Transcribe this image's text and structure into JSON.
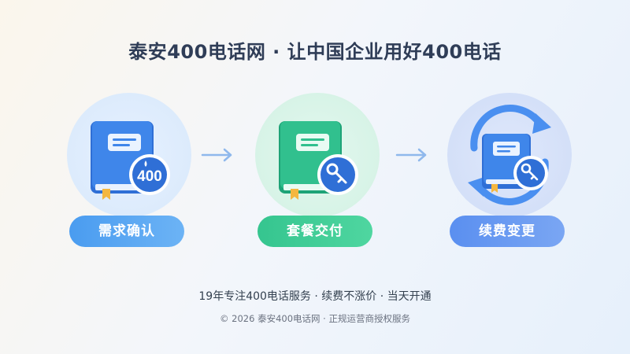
{
  "title": "泰安400电话网 · 让中国企业用好400电话",
  "steps": [
    {
      "label": "需求确认",
      "icon": "book-400-icon",
      "badge": "400",
      "color": "#4a9cf0"
    },
    {
      "label": "套餐交付",
      "icon": "book-key-icon",
      "color": "#35c58f"
    },
    {
      "label": "续费变更",
      "icon": "book-renew-icon",
      "color": "#5a8ff0"
    }
  ],
  "arrows": [
    "arrow-right-icon",
    "arrow-right-icon"
  ],
  "footer": {
    "tagline": "19年专注400电话服务 · 续费不涨价 · 当天开通",
    "copyright": "© 2026 泰安400电话网 · 正规运营商授权服务"
  }
}
